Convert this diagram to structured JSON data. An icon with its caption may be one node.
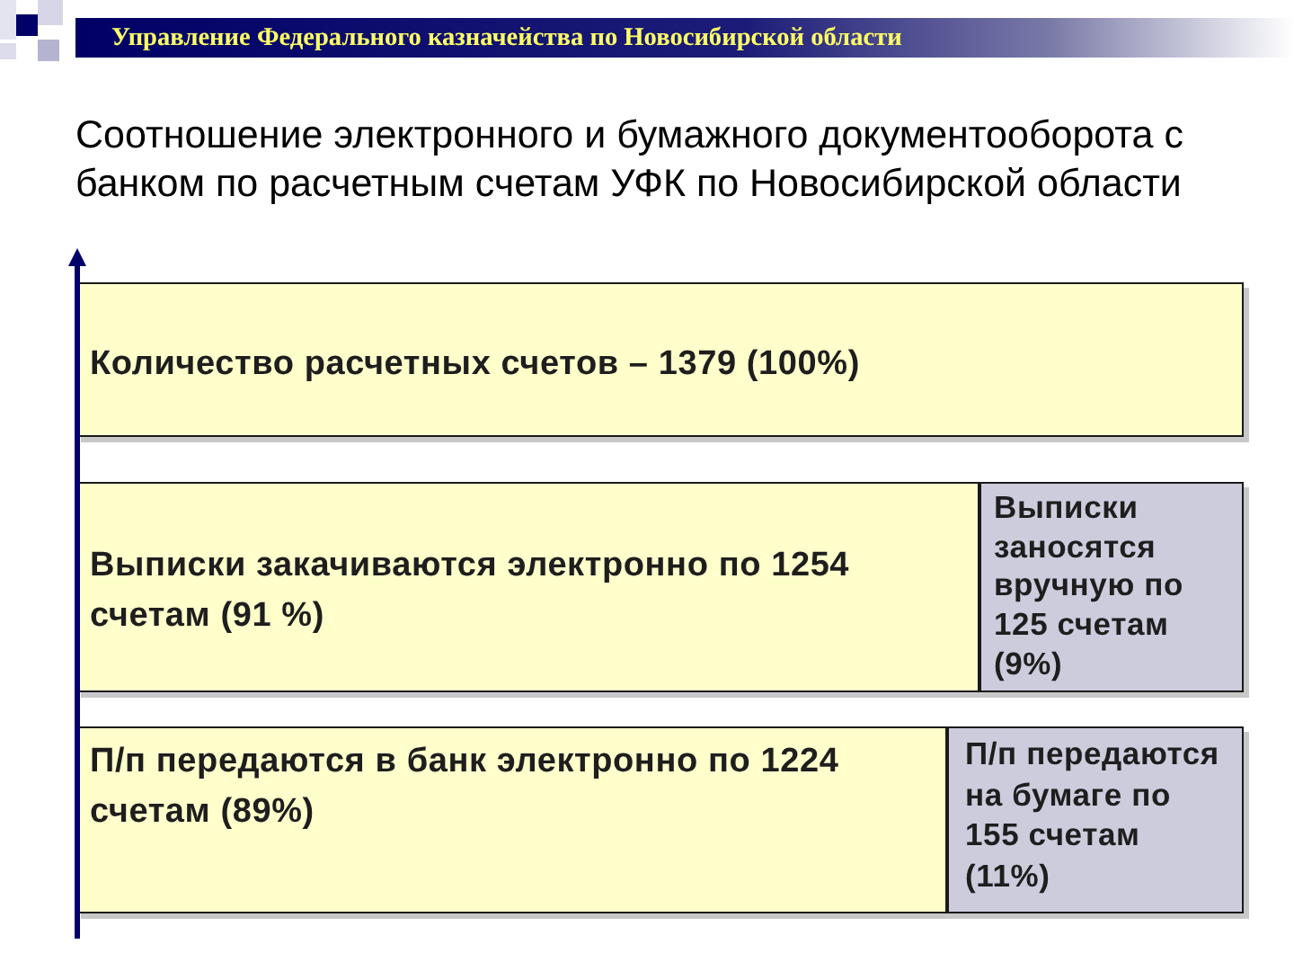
{
  "diagram": {
    "title": "Соотношение электронного и бумажного документооборота с банком по расчетным счетам УФК по Новосибирской области",
    "nodes": [
      {
        "text": [
          "Количество расчетных счетов – 1379 (100%)"
        ]
      },
      {
        "text": [
          "Выписки закачиваются электронно по 1254 счетам (91 %)"
        ]
      },
      {
        "text": [
          "Выписки заносятся вручную по 125 счетам (9%)"
        ]
      },
      {
        "text": [
          "П/п передаются в банк электронно по 1224 счетам (89%)"
        ]
      },
      {
        "text": [
          "П/п передаются на бумаге по 155 счетам (11%)"
        ]
      }
    ],
    "labels": [
      "Управление Федерального казначейства по Новосибирской области"
    ]
  }
}
